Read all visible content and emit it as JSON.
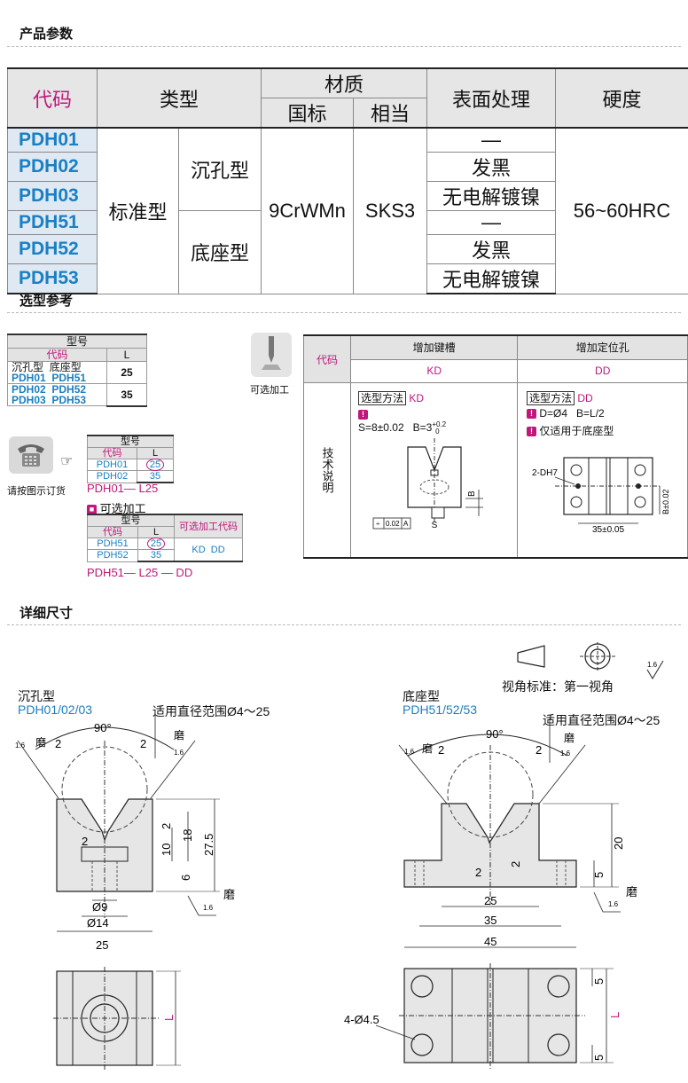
{
  "sections": {
    "params": "产品参数",
    "select": "选型参考",
    "detail": "详细尺寸"
  },
  "params_table": {
    "h_code": "代码",
    "h_type": "类型",
    "h_material": "材质",
    "h_gb": "国标",
    "h_equiv": "相当",
    "h_surface": "表面处理",
    "h_hardness": "硬度",
    "codes": [
      "PDH01",
      "PDH02",
      "PDH03",
      "PDH51",
      "PDH52",
      "PDH53"
    ],
    "type_main": "标准型",
    "type_counter": "沉孔型",
    "type_base": "底座型",
    "material_gb": "9CrWMn",
    "material_equiv": "SKS3",
    "surfaces": [
      "—",
      "发黑",
      "无电解镀镍",
      "—",
      "发黑",
      "无电解镀镍"
    ],
    "hardness": "56~60HRC"
  },
  "select_ref": {
    "model_h": "型号",
    "code_h": "代码",
    "l_h": "L",
    "type1": "沉孔型",
    "type2": "底座型",
    "row1": "PDH01  PDH51",
    "row2": "PDH02  PDH52",
    "row3": "PDH03  PDH53",
    "l1": "25",
    "l2": "35",
    "phone_label": "请按图示订货",
    "ex1_r1": "PDH01",
    "ex1_r2": "PDH02",
    "ex1_l1": "25",
    "ex1_l2": "35",
    "ex1_order": "PDH01— L25",
    "opt_title": "可选加工",
    "opt_h": "可选加工代码",
    "ex2_r1": "PDH51",
    "ex2_r2": "PDH52",
    "ex2_l1": "25",
    "ex2_l2": "35",
    "ex2_codes": "KD  DD",
    "ex2_order": "PDH51— L25 — DD",
    "optional_label": "可选加工"
  },
  "options": {
    "code_h": "代码",
    "kd_title": "增加键槽",
    "kd_code": "KD",
    "dd_title": "增加定位孔",
    "dd_code": "DD",
    "tech_label": "技术说明",
    "method": "选型方法",
    "kd_line": "S=8±0.02   B=3",
    "kd_tol_up": "+0.2",
    "kd_tol_dn": "0",
    "dd_line1": "D=Ø4   B=L/2",
    "dd_line2": "仅适用于底座型",
    "tol_box": "0.02",
    "datum": "A",
    "dd_hole": "2-DH7",
    "dd_width": "35±0.05",
    "dd_b": "B±0.02",
    "label_s": "S",
    "label_b": "B"
  },
  "detail": {
    "view_std": "视角标准：第一视角",
    "rough": "1.6",
    "left_type": "沉孔型",
    "left_codes": "PDH01/02/03",
    "right_type": "底座型",
    "right_codes": "PDH51/52/53",
    "dia_range": "适用直径范围Ø4～25",
    "angle": "90°",
    "grind": "磨",
    "l_dims": {
      "d2a": "2",
      "d2b": "2",
      "d2c": "2",
      "d2d": "2",
      "d10": "10",
      "d18": "18",
      "d6": "6",
      "d275": "27.5",
      "phi9": "Ø9",
      "phi14": "Ø14",
      "w25": "25",
      "L": "L"
    },
    "r_dims": {
      "d2a": "2",
      "d2b": "2",
      "d2c": "2",
      "d2d": "2",
      "d20": "20",
      "d5": "5",
      "w25": "25",
      "w35": "35",
      "w45": "45",
      "holes": "4-Ø4.5",
      "d5a": "5",
      "d5b": "5",
      "L": "L"
    }
  }
}
